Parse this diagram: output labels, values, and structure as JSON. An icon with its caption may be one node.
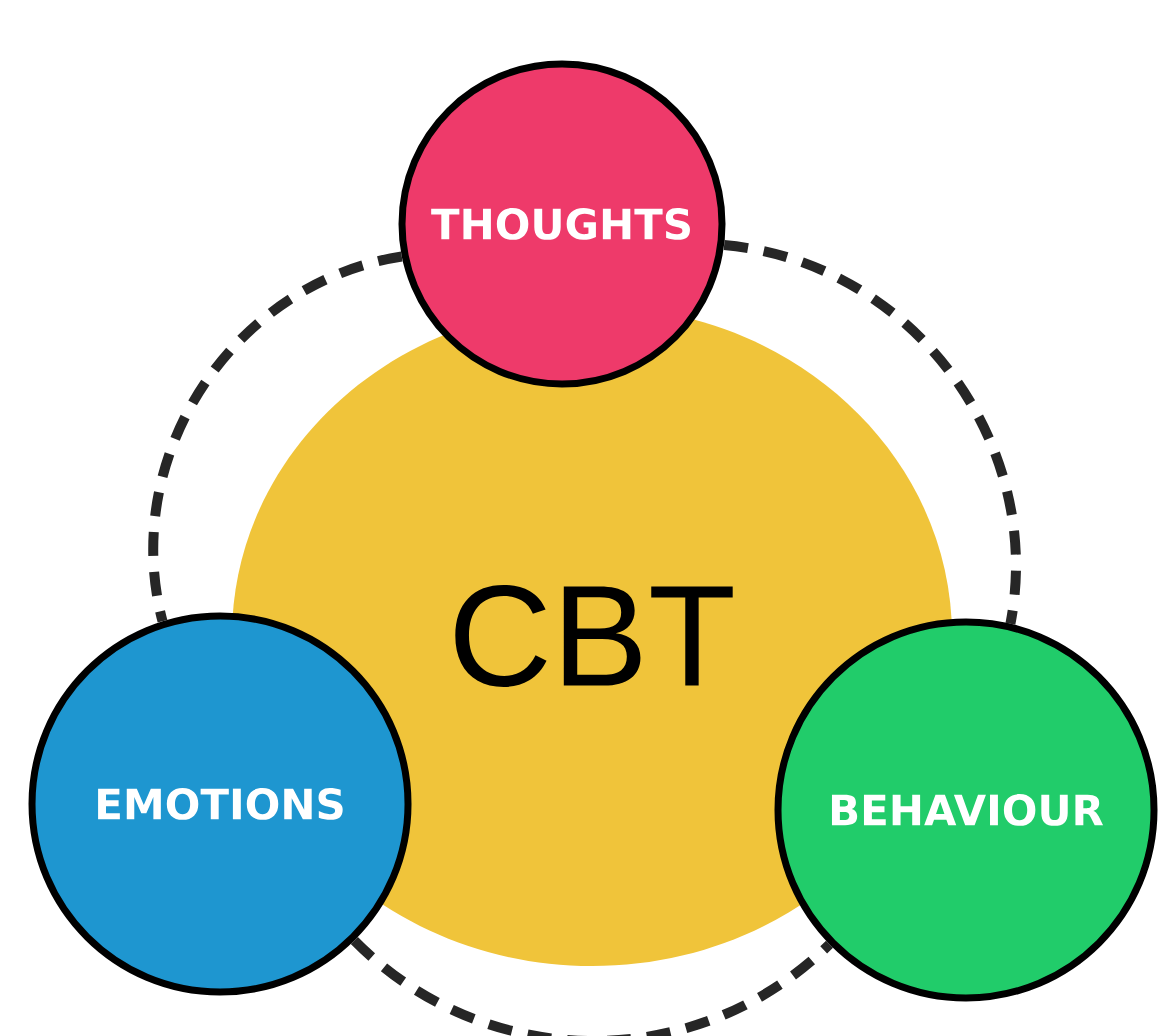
{
  "diagram": {
    "nodes": [
      {
        "text": [
          "CBT"
        ]
      },
      {
        "text": [
          "THOUGHTS"
        ]
      },
      {
        "text": [
          "EMOTIONS"
        ]
      },
      {
        "text": [
          "BEHAVIOUR"
        ]
      }
    ],
    "edges": [
      {
        "from": 1,
        "to": 3,
        "arrow": "none",
        "style": "dashed"
      },
      {
        "from": 1,
        "to": 2,
        "arrow": "none",
        "style": "dashed"
      },
      {
        "from": 2,
        "to": 3,
        "arrow": "none",
        "style": "dashed"
      }
    ]
  }
}
